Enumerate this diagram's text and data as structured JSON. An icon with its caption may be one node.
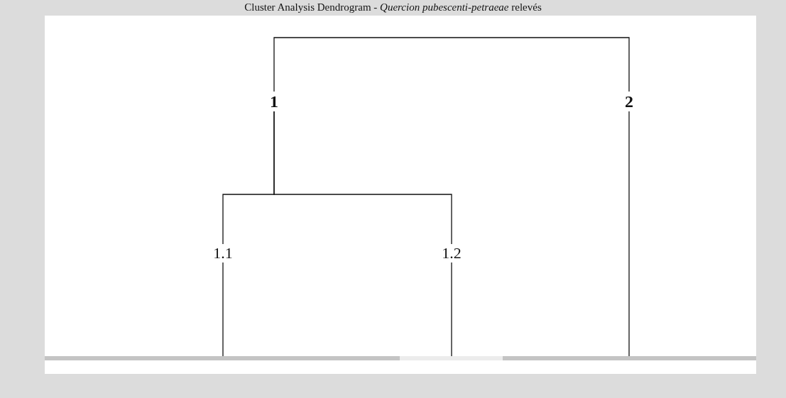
{
  "diagram": {
    "title": "Cluster Analysis Dendrogram - *Quercion pubescenti-petraeae* relevés",
    "nodes": [
      {
        "text": [
          "1"
        ]
      },
      {
        "text": [
          "2"
        ]
      },
      {
        "text": [
          "1.1"
        ]
      },
      {
        "text": [
          "1.2"
        ]
      }
    ],
    "edges": [
      {
        "from": 0,
        "to": 1,
        "arrow": "none"
      },
      {
        "from": 0,
        "to": 2,
        "arrow": "none"
      },
      {
        "from": 0,
        "to": 3,
        "arrow": "none"
      },
      {
        "from": 2,
        "to": null,
        "arrow": "none"
      },
      {
        "from": 3,
        "to": null,
        "arrow": "none"
      },
      {
        "from": 1,
        "to": null,
        "arrow": "none"
      }
    ]
  }
}
